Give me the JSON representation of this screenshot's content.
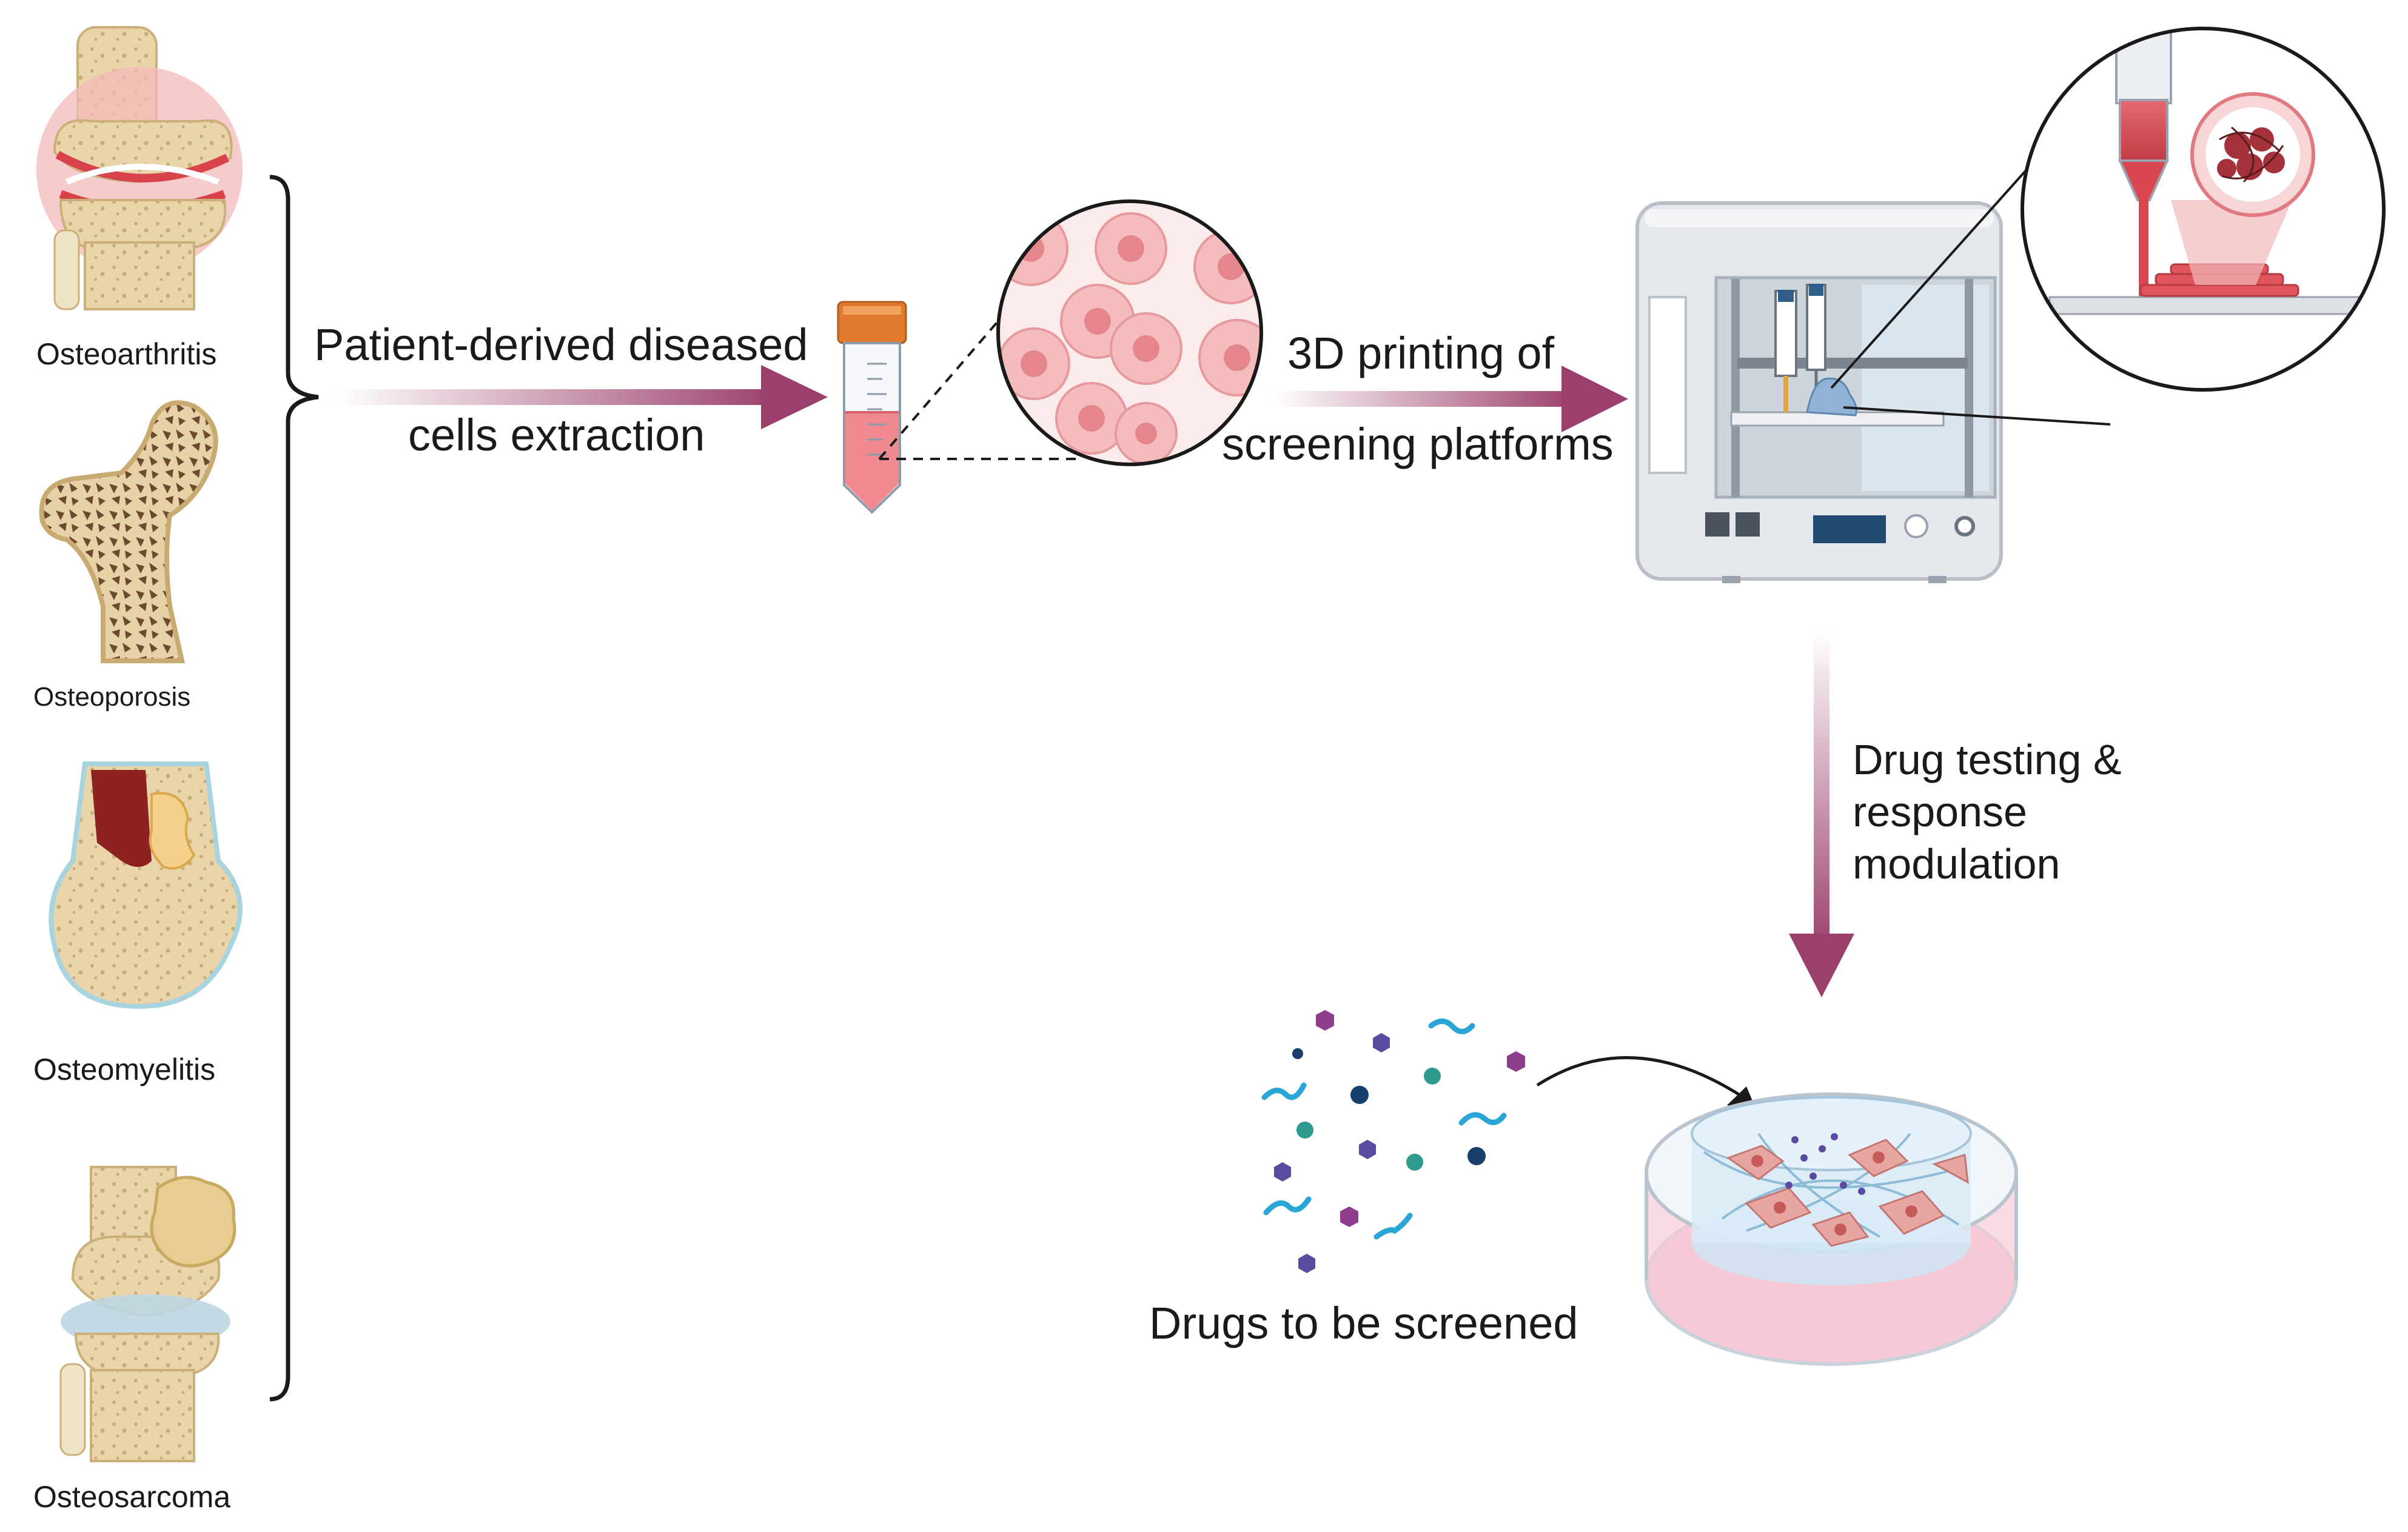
{
  "diseases": [
    {
      "label": "Osteoarthritis"
    },
    {
      "label": "Osteoporosis"
    },
    {
      "label": "Osteomyelitis"
    },
    {
      "label": "Osteosarcoma"
    }
  ],
  "steps": {
    "extraction": {
      "line1": "Patient-derived diseased",
      "line2": "cells extraction"
    },
    "printing": {
      "line1": "3D printing of",
      "line2": "screening platforms"
    },
    "testing": {
      "line1": "Drug testing &",
      "line2": "response",
      "line3": "modulation"
    }
  },
  "drugs": {
    "label": "Drugs to be screened"
  },
  "colors": {
    "arrow": "#9b3f6c",
    "cell_pink": "#f0b0b2",
    "bone": "#e8d4a8",
    "printer": "#e4e7ec",
    "tube_cap": "#e07a2e"
  }
}
